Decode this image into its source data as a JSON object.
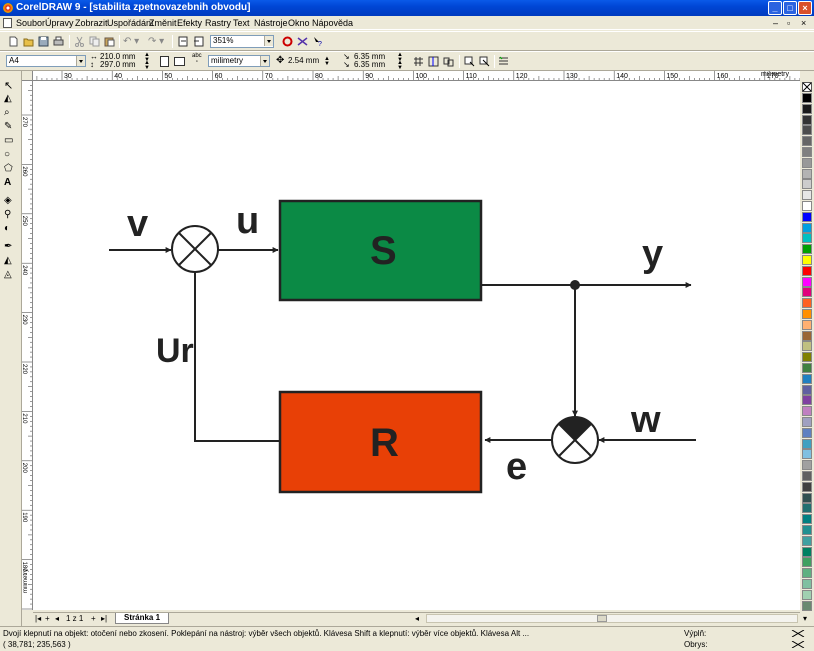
{
  "window": {
    "title": "CorelDRAW 9 - [stabilita zpetnovazebnih obvodu]"
  },
  "menu": [
    "Soubor",
    "Úpravy",
    "Zobrazit",
    "Uspořádání",
    "Změnit",
    "Efekty",
    "Rastry",
    "Text",
    "Nástroje",
    "Okno",
    "Nápověda"
  ],
  "toolbar": {
    "zoom": "351%"
  },
  "propertybar": {
    "page_size": "A4",
    "width": "210.0 mm",
    "height": "297.0 mm",
    "units": "milimetry",
    "nudge": "2.54 mm",
    "dup_x": "6.35 mm",
    "dup_y": "6.35 mm"
  },
  "rulers": {
    "unit_label": "milimetry",
    "v_unit_label": "milimetry",
    "h_ticks": [
      "30",
      "40",
      "50",
      "60",
      "70",
      "80",
      "90",
      "100",
      "110",
      "120",
      "130",
      "140",
      "150",
      "160",
      "170"
    ],
    "v_ticks": [
      "270",
      "260",
      "250",
      "240",
      "230",
      "220",
      "210",
      "200",
      "190",
      "180"
    ]
  },
  "diagram": {
    "labels": {
      "v": "v",
      "u": "u",
      "y": "y",
      "ur": "Ur",
      "w": "w",
      "e": "e"
    },
    "blocks": {
      "s": {
        "label": "S",
        "color": "#0b8a45"
      },
      "r": {
        "label": "R",
        "color": "#e84006"
      }
    }
  },
  "page_tabs": {
    "counter": "1 z 1",
    "active": "Stránka 1"
  },
  "status": {
    "hint": "Dvojí klepnutí na objekt: otočení nebo zkosení. Poklepání na nástroj: výběr všech objektů. Klávesa Shift a klepnutí: výběr více objektů. Klávesa Alt ...",
    "coords": "( 38,781; 235,563 )",
    "fill_label": "Výplň:",
    "outline_label": "Obrys:"
  },
  "palette_colors": [
    "#000000",
    "#1a1a1a",
    "#333333",
    "#4d4d4d",
    "#666666",
    "#808080",
    "#999999",
    "#b3b3b3",
    "#cccccc",
    "#e6e6e6",
    "#ffffff",
    "#0000ff",
    "#00a0e0",
    "#00c0c0",
    "#00a000",
    "#ffff00",
    "#ff0000",
    "#ff00ff",
    "#e0007a",
    "#ff6020",
    "#ff9000",
    "#ffb070",
    "#996633",
    "#c0c080",
    "#808000",
    "#408040",
    "#2080c0",
    "#6060a0",
    "#8040a0",
    "#c080c0",
    "#a0a0c0",
    "#6080c0",
    "#40a0c0",
    "#80c0e0",
    "#a0a0a0",
    "#606060",
    "#404040",
    "#305050",
    "#207070",
    "#008080",
    "#209090",
    "#40a0a0",
    "#008060",
    "#40a060",
    "#60b080",
    "#80c0a0",
    "#a0d0b0",
    "#6a8a70"
  ]
}
